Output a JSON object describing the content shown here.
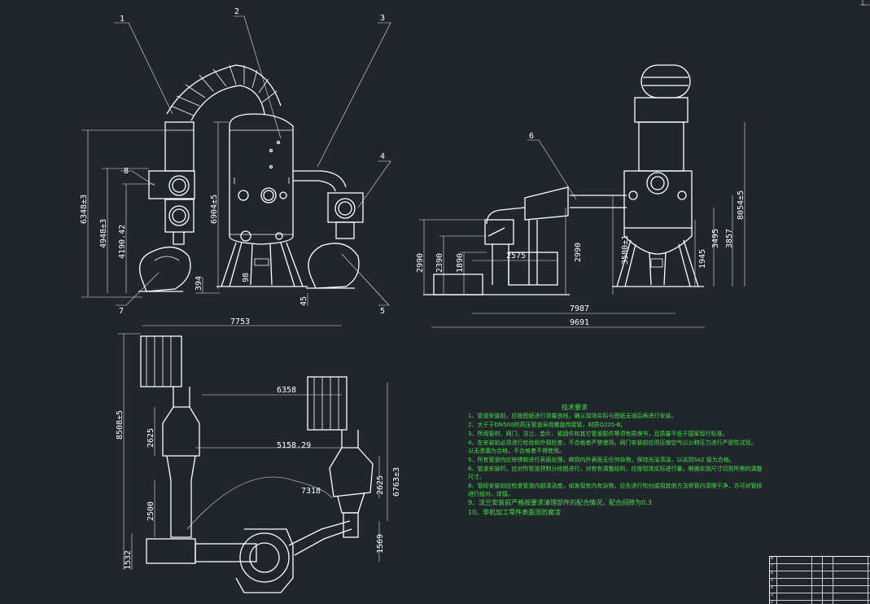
{
  "drawing": {
    "part_labels": [
      "1",
      "2",
      "3",
      "4",
      "5",
      "6",
      "7",
      "8"
    ],
    "front_view_dims": [
      "6348±3",
      "4948±3",
      "4190.42",
      "6904±5",
      "394",
      "98",
      "45"
    ],
    "side_view_dims": [
      "2990",
      "2390",
      "1890",
      "2575",
      "2990",
      "3580±1",
      "7987",
      "9691",
      "1945",
      "3495",
      "3857",
      "8054±5"
    ],
    "plan_view_dims": [
      "7753",
      "6358",
      "8508±5",
      "2625",
      "5158.29",
      "2500",
      "7318",
      "2625",
      "6763±3",
      "1569",
      "1532"
    ],
    "notes_title": "技术要求",
    "notes": [
      "1、管道安装前，应按图纸进行测量放线，确认现场实际与图纸无误后再进行安装。",
      "2、大于于DN500的高压管道采用螺旋焊接管，材质Q235-B。",
      "3、所用管材、阀门、法兰、垫片、紧固件和其它管道配件等须有质保书，且质量不低于国家现行标准。",
      "4、在安装前必须进行检验和外观检查，不合格者严禁使用。阀门安装前应用压缩空气以公称压力进行严密性试验。",
      "以无渗漏为合格，不合格者不得使用。",
      "5、所有管道均应除锈和进行表面处理，做到内外表面无任何杂物，保持光洁清洁，以达到Sa2  级为合格。",
      "6、管道安装时，应对所管道预制分段图进行，对有有调整段的，应按现场实际进行量，根据实测尺寸切割所需的调整",
      "尺寸。",
      "8、管段安装前应检查管道内部清洁度，如发现有内有杂物，应先进行吹扫或用其他方法将管内清理干净，方可对管段",
      "进行组对、焊接。",
      "9、法兰安装前严格按要求清理部件的配合情况，配合间隙为0.3",
      "10、非机加工零件表面须防腐漆"
    ],
    "title_block_rows": [
      "8",
      "7",
      "6",
      "5",
      "4",
      "3",
      "2",
      "1"
    ]
  }
}
